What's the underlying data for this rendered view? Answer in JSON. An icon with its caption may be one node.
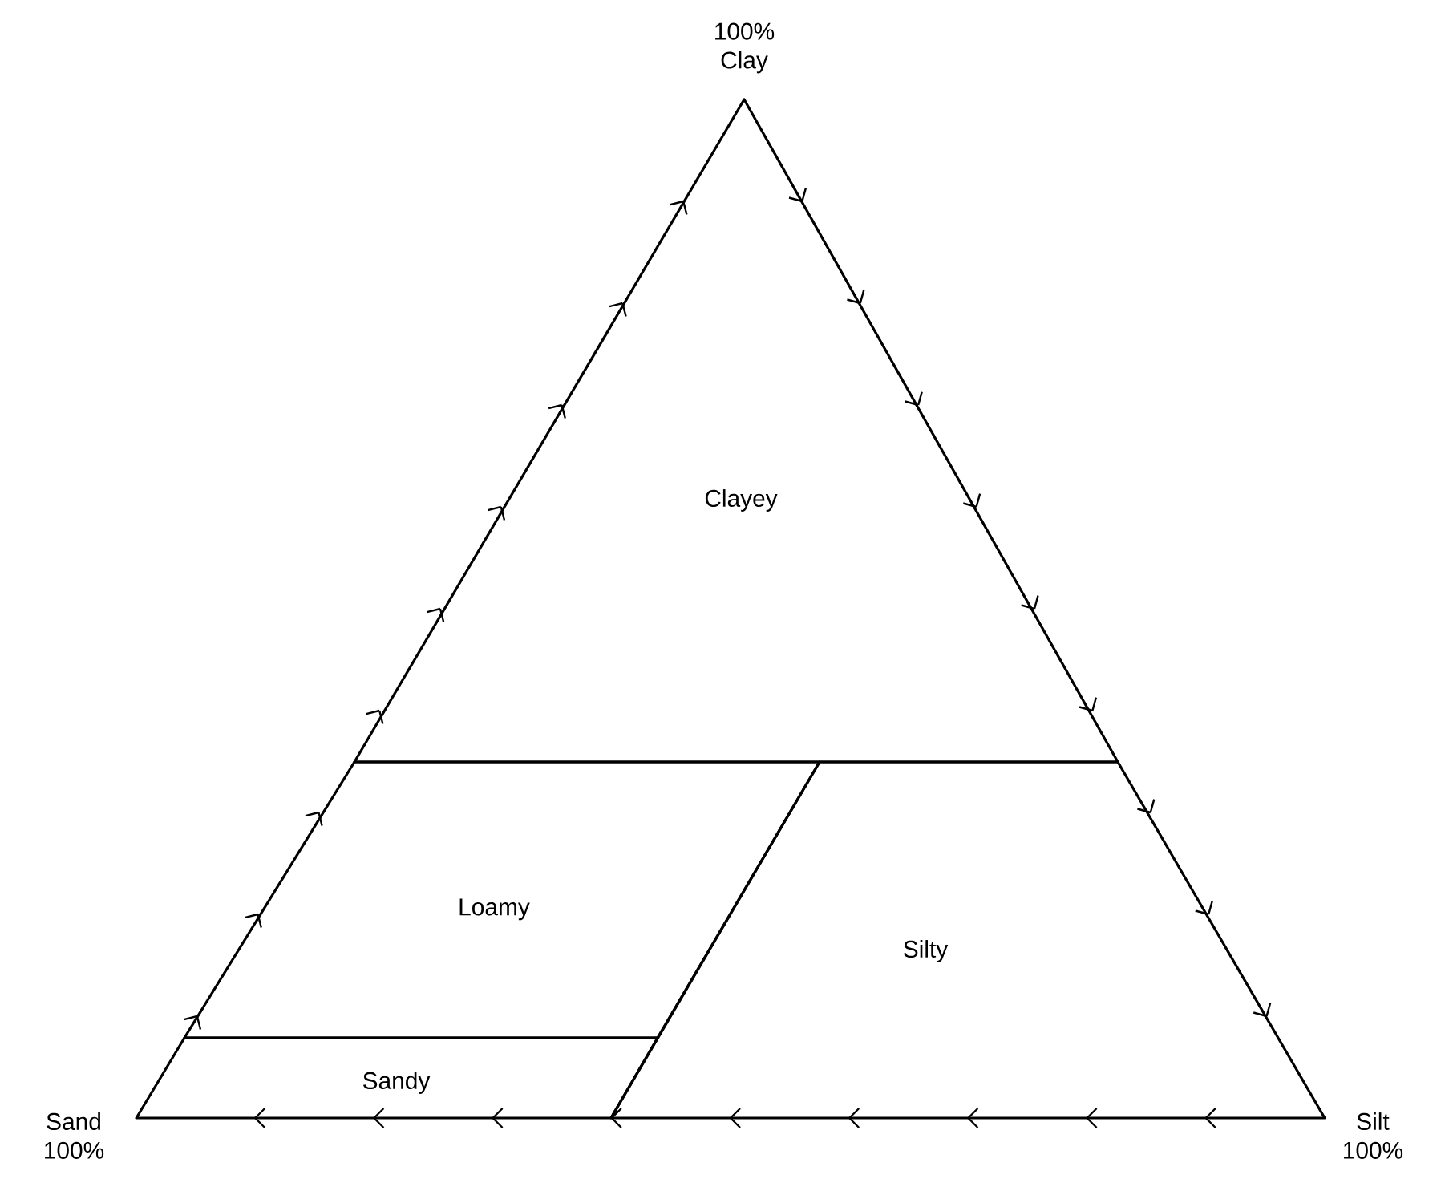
{
  "diagram": {
    "nodes": [
      {
        "text": [
          "Clayey"
        ]
      },
      {
        "text": [
          "Loamy"
        ]
      },
      {
        "text": [
          "Sandy"
        ]
      },
      {
        "text": [
          "Silty"
        ]
      }
    ],
    "edges": [],
    "labels": [
      "100% Clay",
      "Sand 100%",
      "Silt 100%"
    ]
  }
}
